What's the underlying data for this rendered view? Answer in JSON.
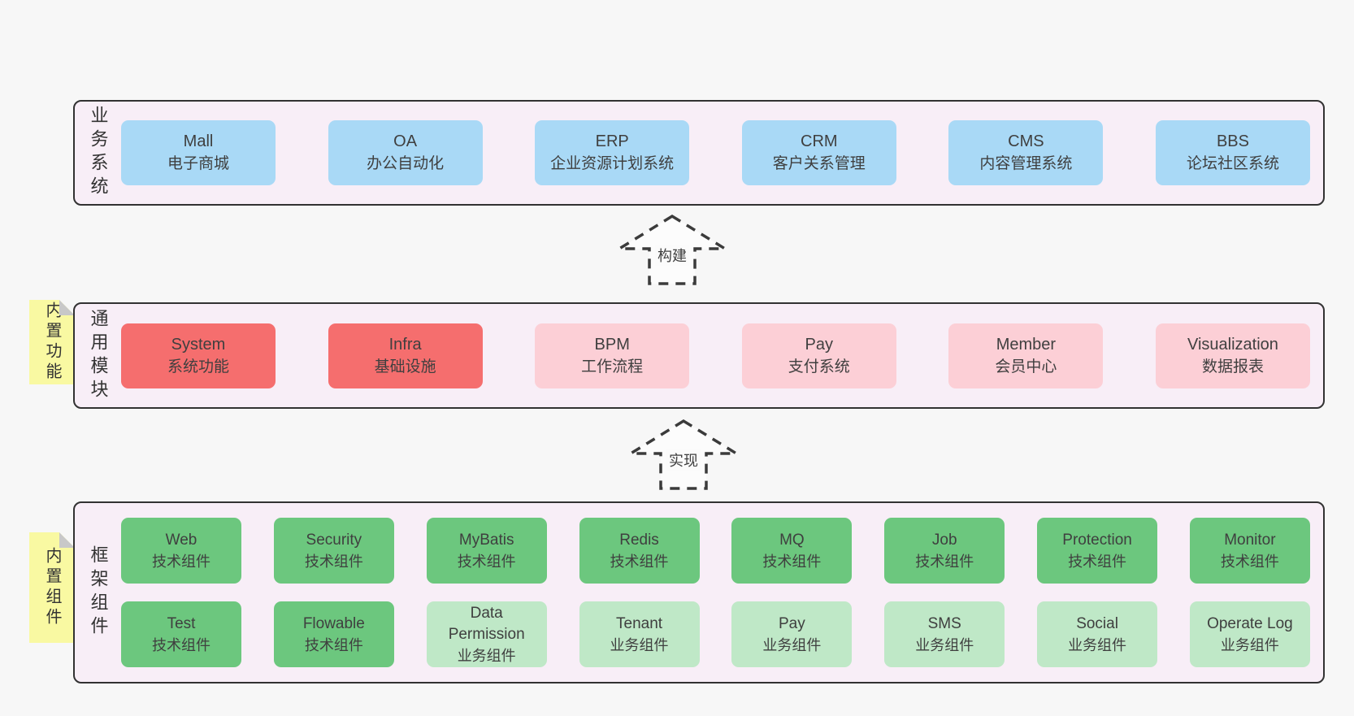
{
  "colors": {
    "page_background": "#f7f7f7",
    "layer_background": "#f8eef7",
    "layer_border": "#323232",
    "blue_box": "#a9d9f6",
    "red_box": "#f56e6e",
    "pink_box": "#fccfd6",
    "green_box": "#6cc77e",
    "light_green_box": "#bfe8c7",
    "sticky_note": "#f9f9a2",
    "text": "#3f3f3f"
  },
  "arrows": [
    {
      "label": "构建"
    },
    {
      "label": "实现"
    }
  ],
  "layers": {
    "business": {
      "label": "业务系统",
      "boxes": [
        {
          "title": "Mall",
          "subtitle": "电子商城"
        },
        {
          "title": "OA",
          "subtitle": "办公自动化"
        },
        {
          "title": "ERP",
          "subtitle": "企业资源计划系统"
        },
        {
          "title": "CRM",
          "subtitle": "客户关系管理"
        },
        {
          "title": "CMS",
          "subtitle": "内容管理系统"
        },
        {
          "title": "BBS",
          "subtitle": "论坛社区系统"
        }
      ]
    },
    "modules": {
      "label": "通用模块",
      "sticky": "内置功能",
      "boxes": [
        {
          "title": "System",
          "subtitle": "系统功能"
        },
        {
          "title": "Infra",
          "subtitle": "基础设施"
        },
        {
          "title": "BPM",
          "subtitle": "工作流程"
        },
        {
          "title": "Pay",
          "subtitle": "支付系统"
        },
        {
          "title": "Member",
          "subtitle": "会员中心"
        },
        {
          "title": "Visualization",
          "subtitle": "数据报表"
        }
      ]
    },
    "components": {
      "label": "框架组件",
      "sticky": "内置组件",
      "rows": [
        [
          {
            "title": "Web",
            "subtitle": "技术组件"
          },
          {
            "title": "Security",
            "subtitle": "技术组件"
          },
          {
            "title": "MyBatis",
            "subtitle": "技术组件"
          },
          {
            "title": "Redis",
            "subtitle": "技术组件"
          },
          {
            "title": "MQ",
            "subtitle": "技术组件"
          },
          {
            "title": "Job",
            "subtitle": "技术组件"
          },
          {
            "title": "Protection",
            "subtitle": "技术组件"
          },
          {
            "title": "Monitor",
            "subtitle": "技术组件"
          }
        ],
        [
          {
            "title": "Test",
            "subtitle": "技术组件"
          },
          {
            "title": "Flowable",
            "subtitle": "技术组件"
          },
          {
            "title": "Data Permission",
            "subtitle": "业务组件"
          },
          {
            "title": "Tenant",
            "subtitle": "业务组件"
          },
          {
            "title": "Pay",
            "subtitle": "业务组件"
          },
          {
            "title": "SMS",
            "subtitle": "业务组件"
          },
          {
            "title": "Social",
            "subtitle": "业务组件"
          },
          {
            "title": "Operate Log",
            "subtitle": "业务组件"
          }
        ]
      ]
    }
  }
}
